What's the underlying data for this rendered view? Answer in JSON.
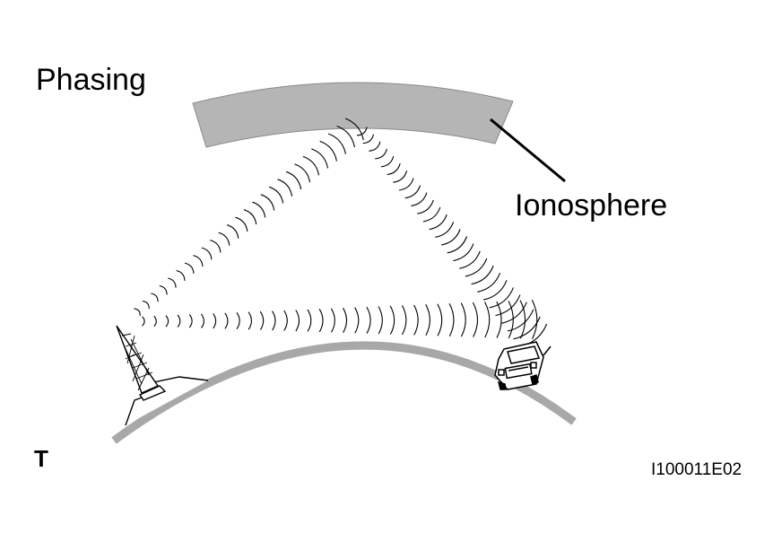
{
  "diagram": {
    "title": "Phasing",
    "ionosphere_label": "Ionosphere",
    "corner_label": "T",
    "figure_code": "I100011E02"
  },
  "colors": {
    "band": "#b5b5b5",
    "ground": "#a8a8a8",
    "ink": "#000000"
  },
  "icons": [
    "radio-tower-icon",
    "vehicle-icon"
  ]
}
